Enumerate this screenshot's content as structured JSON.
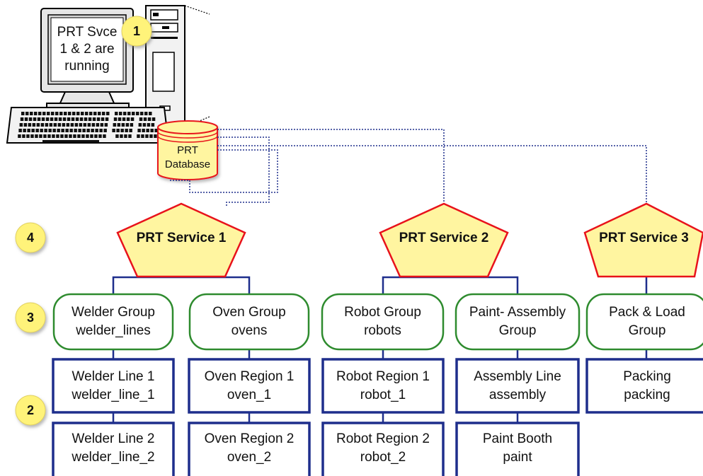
{
  "computer": {
    "screen_line1": "PRT Svce",
    "screen_line2": "1 & 2 are",
    "screen_line3": "running"
  },
  "database": {
    "line1": "PRT",
    "line2": "Database"
  },
  "callouts": {
    "c1": "1",
    "c2": "2",
    "c3": "3",
    "c4": "4"
  },
  "services": [
    {
      "label": "PRT Service 1"
    },
    {
      "label": "PRT Service 2"
    },
    {
      "label": "PRT Service 3"
    }
  ],
  "groups": [
    {
      "line1": "Welder Group",
      "line2": "welder_lines"
    },
    {
      "line1": "Oven Group",
      "line2": "ovens"
    },
    {
      "line1": "Robot Group",
      "line2": "robots"
    },
    {
      "line1": "Paint- Assembly",
      "line2": "Group"
    },
    {
      "line1": "Pack & Load",
      "line2": "Group"
    }
  ],
  "regions": [
    {
      "line1": "Welder Line 1",
      "line2": "welder_line_1"
    },
    {
      "line1": "Welder Line 2",
      "line2": "welder_line_2"
    },
    {
      "line1": "Oven Region 1",
      "line2": "oven_1"
    },
    {
      "line1": "Oven Region 2",
      "line2": "oven_2"
    },
    {
      "line1": "Robot Region 1",
      "line2": "robot_1"
    },
    {
      "line1": "Robot Region 2",
      "line2": "robot_2"
    },
    {
      "line1": "Assembly Line",
      "line2": "assembly"
    },
    {
      "line1": "Paint Booth",
      "line2": "paint"
    },
    {
      "line1": "Packing",
      "line2": "packing"
    }
  ],
  "colors": {
    "service_fill": "#fff5a0",
    "service_stroke": "#e8121b",
    "group_stroke": "#2e8b2e",
    "region_stroke": "#1e2e8c",
    "connector": "#1e2e8c",
    "callout_fill": "#fff37a",
    "db_fill": "#fff5a0",
    "db_stroke": "#e8121b"
  }
}
